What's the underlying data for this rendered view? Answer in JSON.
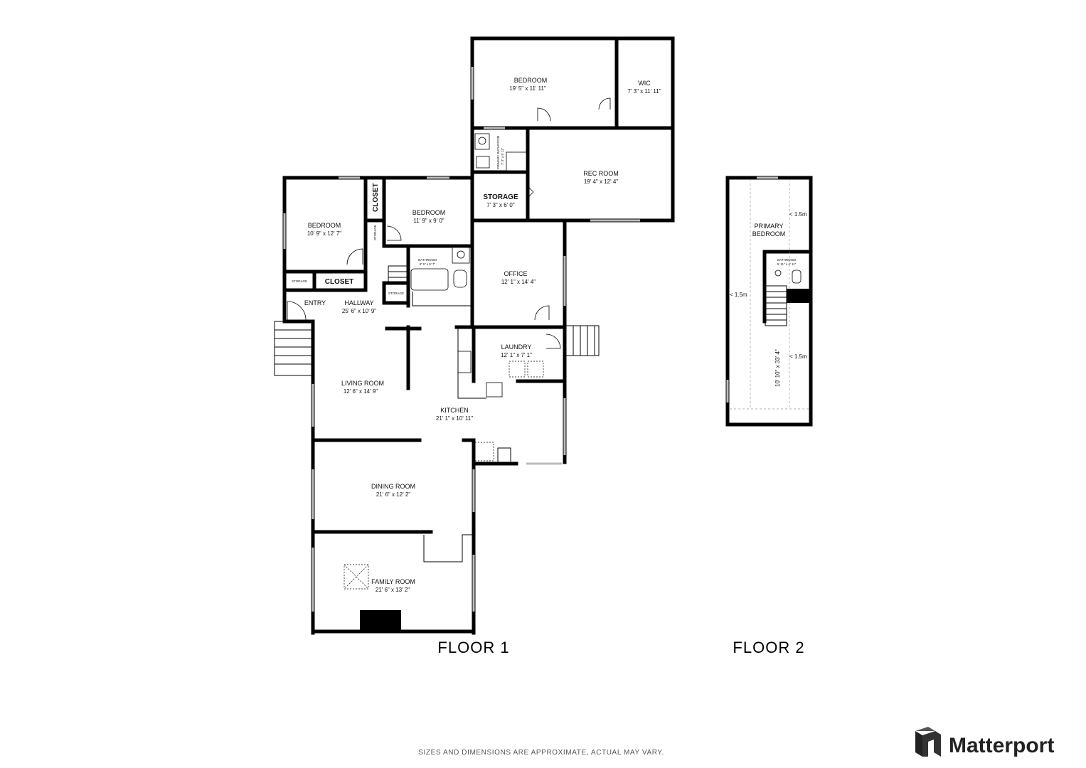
{
  "floor1": {
    "label": "FLOOR 1",
    "rooms": [
      {
        "id": "bedroom-north",
        "name": "BEDROOM",
        "dims": "19' 5\" x 11' 11\""
      },
      {
        "id": "wic",
        "name": "WIC",
        "dims": "7' 3\" x 11' 11\""
      },
      {
        "id": "primary-bathroom",
        "name": "PRIMARY BATHROOM",
        "dims": "7' 3\" x 5' 11\""
      },
      {
        "id": "rec-room",
        "name": "REC ROOM",
        "dims": "19' 4\" x 12' 4\""
      },
      {
        "id": "storage-large",
        "name": "STORAGE",
        "dims": "7' 3\" x 6' 0\""
      },
      {
        "id": "bedroom-west",
        "name": "BEDROOM",
        "dims": "10' 9\" x 12' 7\""
      },
      {
        "id": "bedroom-middle",
        "name": "BEDROOM",
        "dims": "11' 9\" x 9' 0\""
      },
      {
        "id": "closet-vertical",
        "name": "CLOSET",
        "dims": ""
      },
      {
        "id": "storage-small-1",
        "name": "STORAGE",
        "dims": ""
      },
      {
        "id": "bathroom",
        "name": "BATHROOM",
        "dims": "8' 5\" x 5' 7\""
      },
      {
        "id": "storage-small-2",
        "name": "STORAGE",
        "dims": ""
      },
      {
        "id": "storage-small-3",
        "name": "STORAGE",
        "dims": ""
      },
      {
        "id": "closet-horizontal",
        "name": "CLOSET",
        "dims": ""
      },
      {
        "id": "entry",
        "name": "ENTRY",
        "dims": ""
      },
      {
        "id": "hallway",
        "name": "HALLWAY",
        "dims": "25' 6\" x 10' 9\""
      },
      {
        "id": "office",
        "name": "OFFICE",
        "dims": "12' 1\" x 14' 4\""
      },
      {
        "id": "laundry",
        "name": "LAUNDRY",
        "dims": "12' 1\" x 7' 1\""
      },
      {
        "id": "living-room",
        "name": "LIVING ROOM",
        "dims": "12' 6\" x 14' 9\""
      },
      {
        "id": "kitchen",
        "name": "KITCHEN",
        "dims": "21' 1\" x 10' 11\""
      },
      {
        "id": "dining-room",
        "name": "DINING ROOM",
        "dims": "21' 6\" x 12' 2\""
      },
      {
        "id": "family-room",
        "name": "FAMILY ROOM",
        "dims": "21' 6\" x 13' 2\""
      }
    ]
  },
  "floor2": {
    "label": "FLOOR 2",
    "rooms": [
      {
        "id": "primary-bedroom",
        "name_line1": "PRIMARY",
        "name_line2": "BEDROOM",
        "dims": "10' 10\" x 33' 4\""
      },
      {
        "id": "bathroom-upper",
        "name": "BATHROOM",
        "dims": "5' 11\" x 4' 11\""
      }
    ],
    "height_markers": [
      "< 1.5m",
      "< 1.5m",
      "< 1.5m"
    ]
  },
  "footer": {
    "disclaimer": "SIZES AND DIMENSIONS ARE APPROXIMATE, ACTUAL MAY VARY.",
    "brand": "Matterport"
  }
}
